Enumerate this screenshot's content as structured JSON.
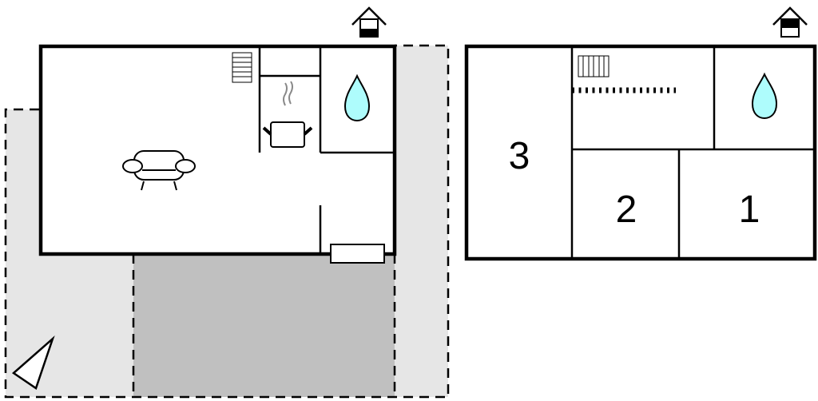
{
  "diagram": {
    "type": "floor-plan",
    "floors": [
      {
        "name": "ground-floor",
        "floor_indicator": "ground-floor-house-icon",
        "rooms": [
          {
            "id": "living-room",
            "icon": "sofa-icon"
          },
          {
            "id": "kitchen",
            "icon": "cooking-pot-icon"
          },
          {
            "id": "bathroom",
            "icon": "water-drop-icon"
          },
          {
            "id": "pantry"
          },
          {
            "id": "entrance",
            "icon": "door-mat"
          }
        ],
        "stairs": "stairs-icon",
        "outdoor": {
          "garden": "light-gray-area",
          "terrace": "dark-gray-area"
        },
        "north_arrow": "north-arrow-icon"
      },
      {
        "name": "upper-floor",
        "floor_indicator": "upper-floor-house-icon",
        "rooms": [
          {
            "id": "bedroom-3",
            "label": "3"
          },
          {
            "id": "bedroom-2",
            "label": "2"
          },
          {
            "id": "bedroom-1",
            "label": "1"
          },
          {
            "id": "landing",
            "icon": "stairs-icon"
          },
          {
            "id": "bathroom",
            "icon": "water-drop-icon"
          }
        ]
      }
    ],
    "colors": {
      "wall": "#000000",
      "garden": "#e6e6e6",
      "terrace": "#c0c0c0",
      "water": "#aefcfc",
      "steam": "#888888"
    }
  }
}
